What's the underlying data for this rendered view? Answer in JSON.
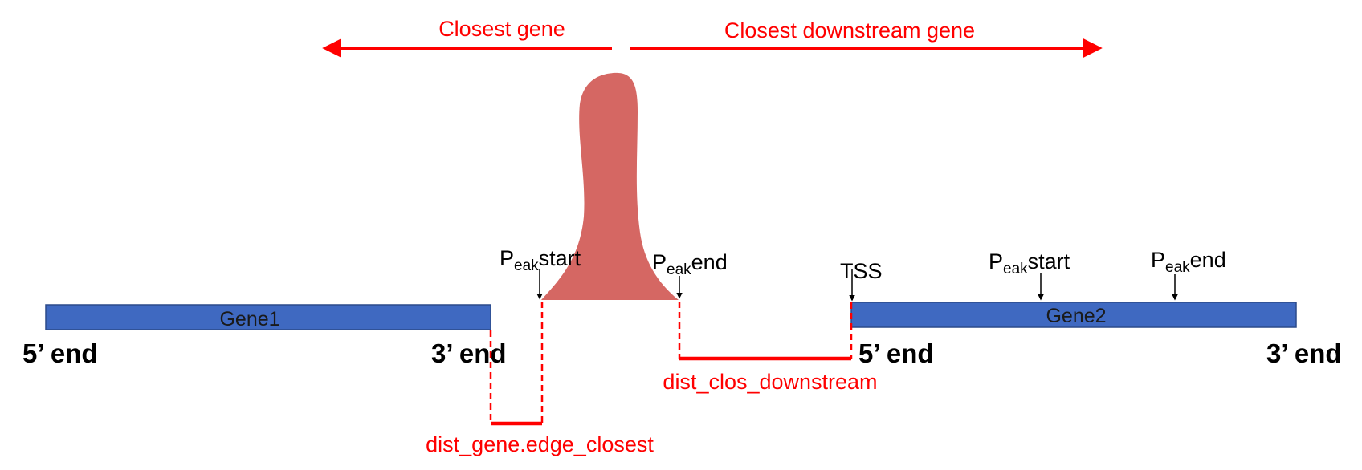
{
  "direction_labels": {
    "closest_gene": "Closest gene",
    "closest_downstream_gene": "Closest downstream gene"
  },
  "genes": [
    {
      "name": "Gene1",
      "five_prime_label": "5’ end",
      "three_prime_label": "3’ end"
    },
    {
      "name": "Gene2",
      "five_prime_label": "5’ end",
      "three_prime_label": "3’ end"
    }
  ],
  "peak_markers": {
    "peak_start": {
      "prefix": "P",
      "subscript": "eak",
      "suffix": "start"
    },
    "peak_end": {
      "prefix": "P",
      "subscript": "eak",
      "suffix": "end"
    },
    "tss": "TSS"
  },
  "distances": {
    "gene_edge_closest": "dist_gene.edge_closest",
    "closest_downstream": "dist_clos_downstream"
  },
  "colors": {
    "gene_fill": "#3f69c1",
    "gene_stroke": "#2b4a8a",
    "peak_fill": "#d56763",
    "annotation_red": "#ff0000",
    "text_black": "#000000"
  }
}
